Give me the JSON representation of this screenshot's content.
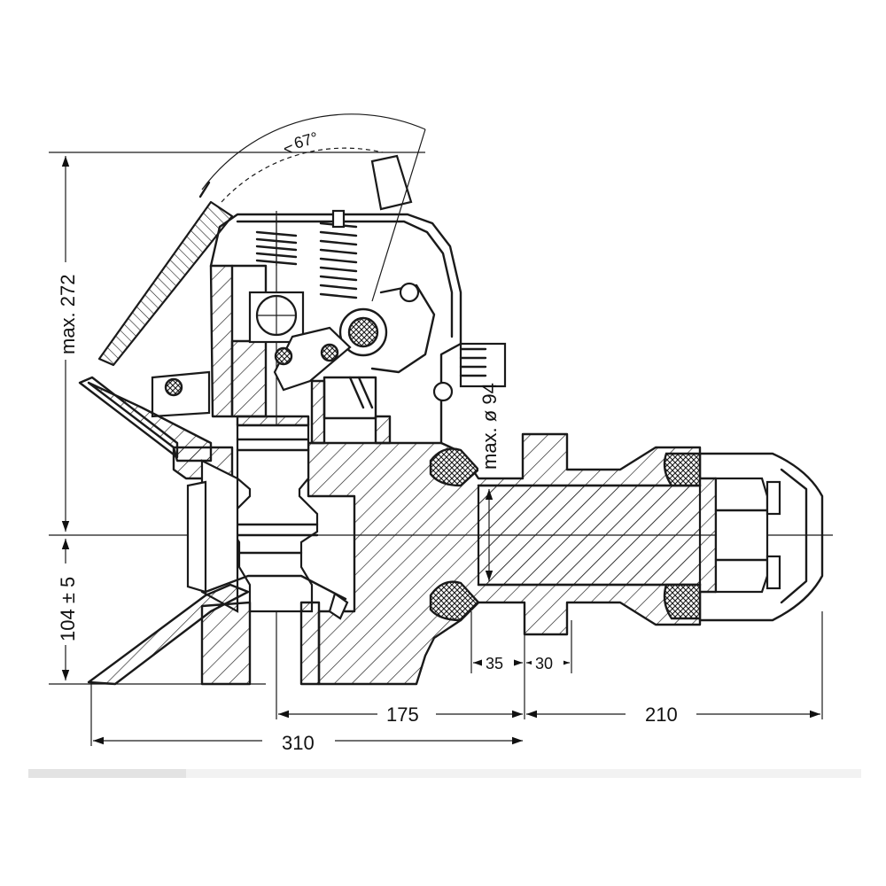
{
  "dimensions": {
    "height_top": "max. 272",
    "height_bottom": "104 ± 5",
    "angle": "67°",
    "diameter": "max. ø 94",
    "w35": "35",
    "w30": "30",
    "w175": "175",
    "w210": "210",
    "w310": "310"
  },
  "colors": {
    "line": "#1a1a1a",
    "background": "#ffffff"
  }
}
